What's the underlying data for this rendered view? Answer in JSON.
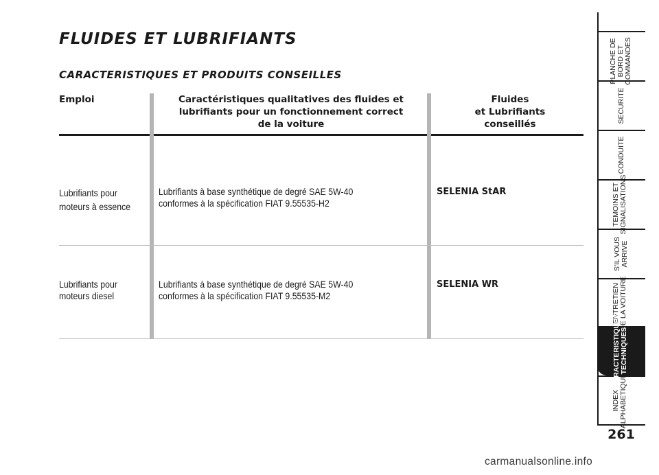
{
  "title": "FLUIDES ET LUBRIFIANTS",
  "section": "CARACTERISTIQUES ET PRODUITS CONSEILLES",
  "table": {
    "headers": {
      "emploi": "Emploi",
      "caracteristiques": "Caractéristiques qualitatives des fluides et\nlubrifiants pour un fonctionnement correct\nde la voiture",
      "fluides": "Fluides\net Lubrifiants\nconseillés"
    },
    "rows": [
      {
        "emploi_1": "Lubrifiants pour",
        "emploi_2": "moteurs à essence",
        "car_1": "Lubrifiants à base synthétique de degré SAE 5W-40",
        "car_2": "conformes à la spécification FIAT 9.55535-H2",
        "produit": "SELENIA StAR"
      },
      {
        "emploi_1": "Lubrifiants pour",
        "emploi_2": "moteurs diesel",
        "car_1": "Lubrifiants à base synthétique de degré SAE 5W-40",
        "car_2": "conformes à la spécification FIAT 9.55535-M2",
        "produit": "SELENIA WR"
      }
    ]
  },
  "sidebar": {
    "tabs": [
      {
        "label": "PLANCHE DE\nBORD ET\nCOMMANDES"
      },
      {
        "label": "SECURITE"
      },
      {
        "label": "CONDUITE"
      },
      {
        "label": "TEMOINS ET\nSIGNALISATIONS"
      },
      {
        "label": "S'IL VOUS\nARRIVE"
      },
      {
        "label": "ENTRETIEN\nDE LA VOITURE"
      },
      {
        "label": "CARACTERISTIQUES\nTECHNIQUES"
      },
      {
        "label": "INDEX\nALPHABETIQUE"
      }
    ],
    "active_index": 6
  },
  "page_number": "261",
  "watermark": "carmanualsonline.info"
}
